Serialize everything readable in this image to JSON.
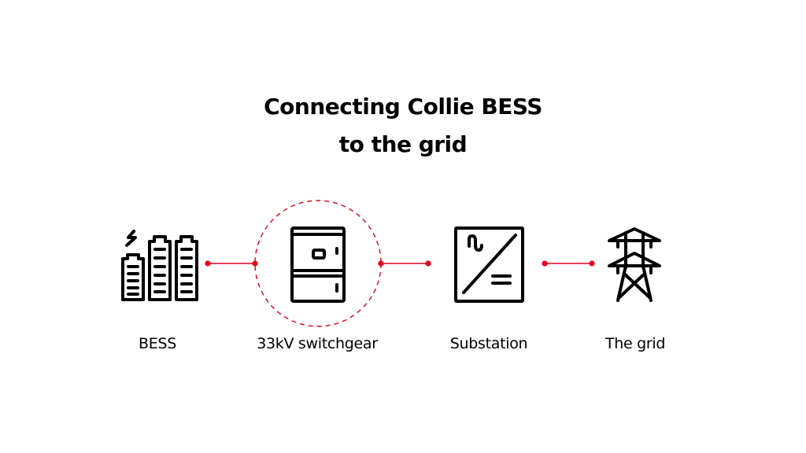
{
  "title": {
    "line1": "Connecting Collie BESS",
    "line2": "to the grid"
  },
  "colors": {
    "accent": "#e4001b",
    "icon": "#000000",
    "background": "#ffffff"
  },
  "nodes": [
    {
      "label": "BESS",
      "icon": "battery-stack-icon",
      "highlighted": false
    },
    {
      "label": "33kV switchgear",
      "icon": "switchgear-cabinet-icon",
      "highlighted": true
    },
    {
      "label": "Substation",
      "icon": "ac-dc-converter-icon",
      "highlighted": false
    },
    {
      "label": "The grid",
      "icon": "transmission-tower-icon",
      "highlighted": false
    }
  ],
  "connections": [
    {
      "from": "BESS",
      "to": "33kV switchgear"
    },
    {
      "from": "33kV switchgear",
      "to": "Substation"
    },
    {
      "from": "Substation",
      "to": "The grid"
    }
  ]
}
